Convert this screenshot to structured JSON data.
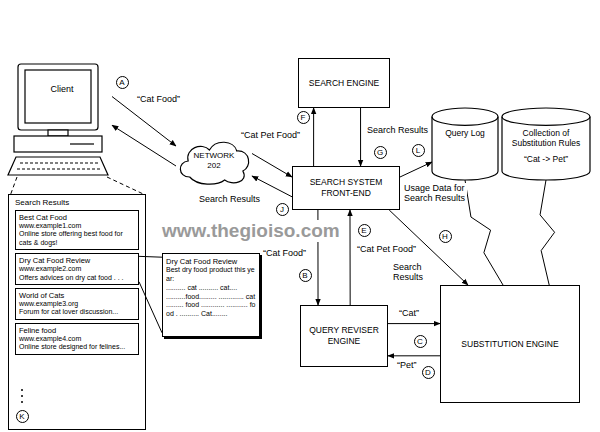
{
  "diagram": {
    "nodes": [
      {
        "text": [
          "Client"
        ]
      },
      {
        "text": [
          "NETWORK 202"
        ]
      },
      {
        "text": [
          "SEARCH ENGINE"
        ]
      },
      {
        "text": [
          "Query Log"
        ]
      },
      {
        "text": [
          "Collection of Substitution Rules",
          "“Cat -> Pet”"
        ]
      },
      {
        "text": [
          "SEARCH SYSTEM FRONT-END"
        ]
      },
      {
        "text": [
          "Search Results"
        ]
      },
      {
        "text": [
          "Best Cat Food",
          "www.example1.com",
          "Online store offering best food for cats & dogs!"
        ],
        "in": 6
      },
      {
        "text": [
          "Dry Cat Food Review",
          "www.example2.com",
          "Offers advices on dry cat food . . ."
        ],
        "in": 6
      },
      {
        "text": [
          "World of Cats",
          "www.example3.org",
          "Forum for cat lover discussion..."
        ],
        "in": 6
      },
      {
        "text": [
          "Feline food",
          "www.example4.com",
          "Online store designed for felines..."
        ],
        "in": 6
      },
      {
        "text": [
          "Dry Cat Food Review",
          "Best dry food product this year:",
          ".......... cat .......... cat.... ..........food......... ............. cat ......... food ............ ........... food . .......... Cat........"
        ]
      },
      {
        "text": [
          "QUERY REVISER ENGINE"
        ]
      },
      {
        "text": [
          "SUBSTITUTION ENGINE"
        ]
      }
    ],
    "edges": [
      {
        "from": 0,
        "to": 1,
        "label": "“Cat Food”",
        "arrow": "to"
      },
      {
        "from": 1,
        "to": 0,
        "arrow": "to"
      },
      {
        "from": 1,
        "to": 5,
        "arrow": "to"
      },
      {
        "from": 5,
        "to": 1,
        "label": "Search Results",
        "arrow": "to"
      },
      {
        "from": 5,
        "to": 2,
        "label": "“Cat Pet Food”",
        "arrow": "to"
      },
      {
        "from": 2,
        "to": 5,
        "label": "Search Results",
        "arrow": "to"
      },
      {
        "from": 5,
        "to": 12,
        "label": "“Cat Food”",
        "arrow": "to"
      },
      {
        "from": 12,
        "to": 5,
        "label": "“Cat Pet Food”",
        "arrow": "to"
      },
      {
        "from": 5,
        "to": 3,
        "label": "Usage Data for Search Results",
        "arrow": "to"
      },
      {
        "from": 5,
        "to": 13,
        "label": "Search Results",
        "arrow": "to"
      },
      {
        "from": 12,
        "to": 13,
        "label": "“Cat”",
        "arrow": "to"
      },
      {
        "from": 13,
        "to": 12,
        "label": "“Pet”",
        "arrow": "to"
      },
      {
        "from": 3,
        "to": 13,
        "arrow": "none"
      },
      {
        "from": 4,
        "to": 13,
        "arrow": "none"
      },
      {
        "from": 0,
        "to": 6,
        "arrow": "none"
      },
      {
        "from": 0,
        "to": 6,
        "arrow": "none"
      },
      {
        "from": 8,
        "to": 11,
        "arrow": "none"
      },
      {
        "from": 8,
        "to": 11,
        "arrow": "none"
      }
    ],
    "labels": [
      "A",
      "B",
      "C",
      "D",
      "E",
      "F",
      "G",
      "H",
      "J",
      "K",
      "L",
      "www.thegioiso.com"
    ]
  }
}
